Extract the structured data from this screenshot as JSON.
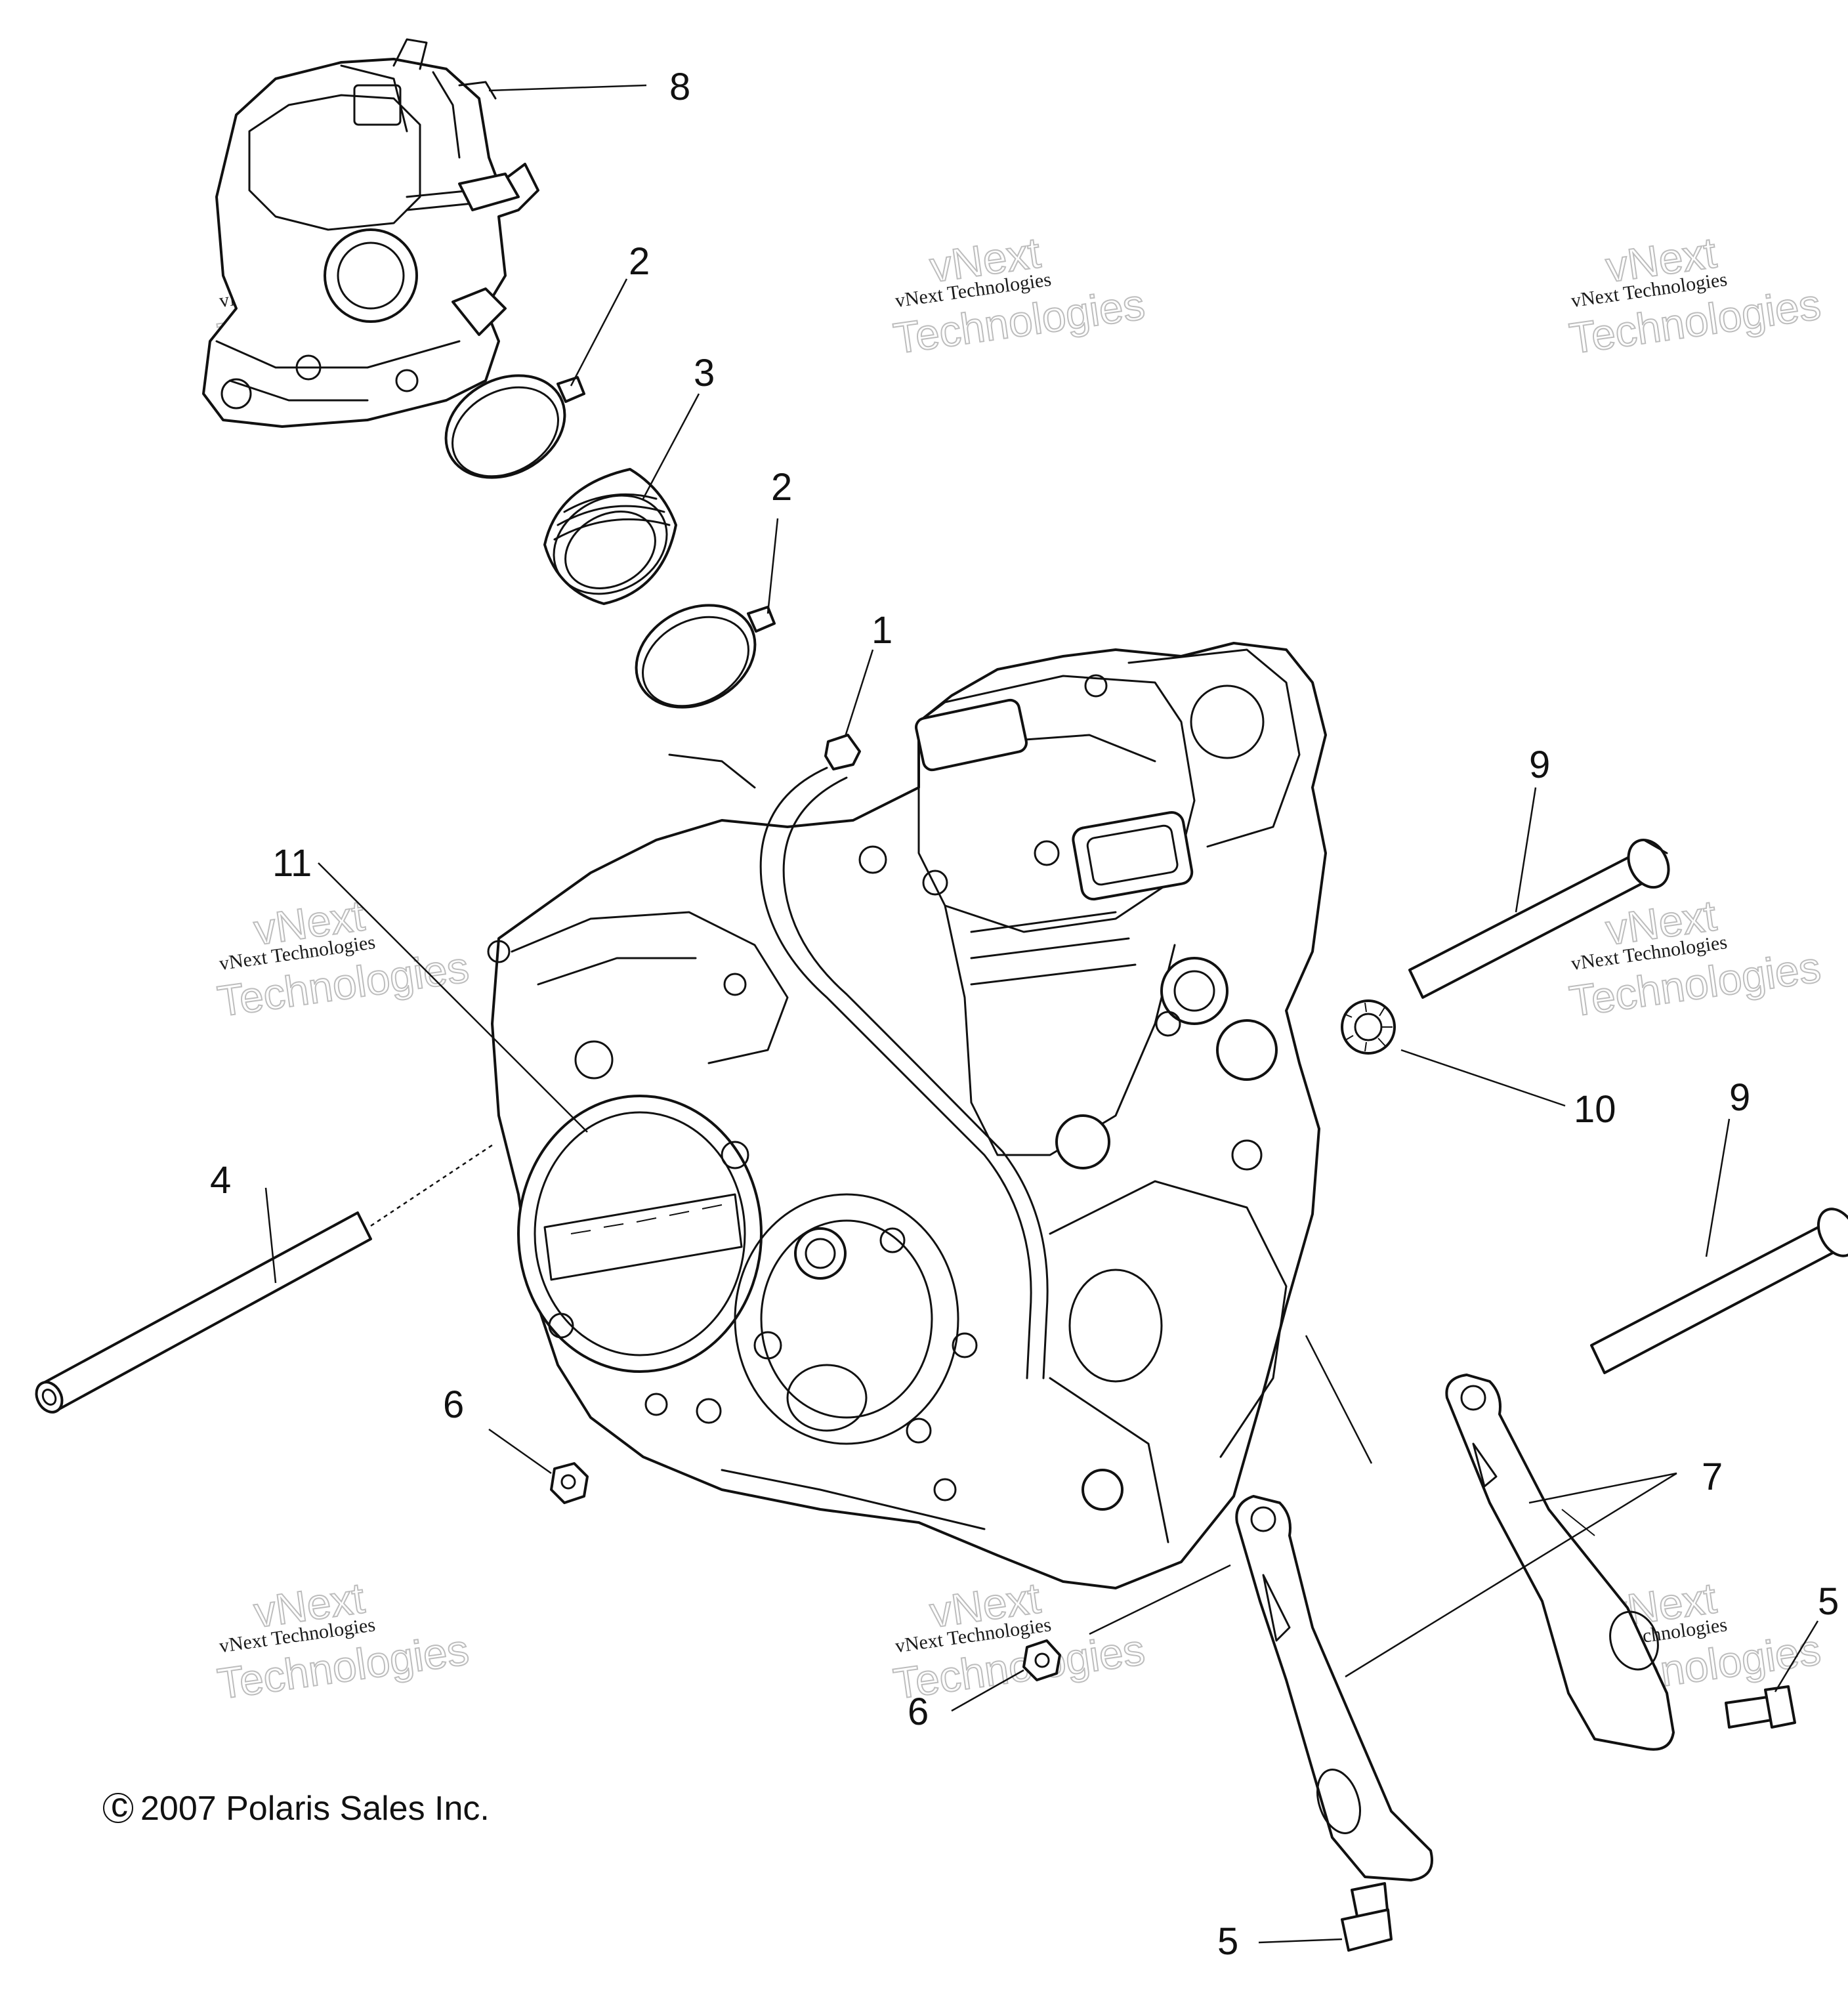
{
  "diagram": {
    "callouts": [
      {
        "id": "c1",
        "label": "1"
      },
      {
        "id": "c2a",
        "label": "2"
      },
      {
        "id": "c2b",
        "label": "2"
      },
      {
        "id": "c3",
        "label": "3"
      },
      {
        "id": "c4",
        "label": "4"
      },
      {
        "id": "c5a",
        "label": "5"
      },
      {
        "id": "c5b",
        "label": "5"
      },
      {
        "id": "c6a",
        "label": "6"
      },
      {
        "id": "c6b",
        "label": "6"
      },
      {
        "id": "c7",
        "label": "7"
      },
      {
        "id": "c8",
        "label": "8"
      },
      {
        "id": "c9a",
        "label": "9"
      },
      {
        "id": "c9b",
        "label": "9"
      },
      {
        "id": "c10",
        "label": "10"
      },
      {
        "id": "c11",
        "label": "11"
      }
    ],
    "copyright": "2007 Polaris Sales Inc.",
    "copyright_symbol": "c",
    "watermark": {
      "line1": "vNext Technologies",
      "line2": "vNext",
      "line3": "Technologies"
    }
  }
}
